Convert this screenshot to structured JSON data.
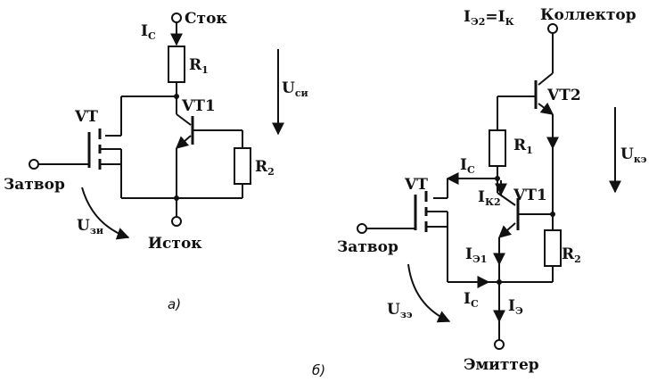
{
  "circuit_a": {
    "caption": "а)",
    "drain": "Сток",
    "source": "Исток",
    "gate": "Затвор",
    "fet": "VT",
    "bjt": "VT1",
    "r1": {
      "main": "R",
      "sub": "1"
    },
    "r2": {
      "main": "R",
      "sub": "2"
    },
    "current_ic": {
      "main": "I",
      "sub": "C"
    },
    "voltage_ucu": {
      "main": "U",
      "sub": "си"
    },
    "voltage_uzi": {
      "main": "U",
      "sub": "зи"
    }
  },
  "circuit_b": {
    "caption": "б)",
    "collector": "Коллектор",
    "emitter": "Эмиттер",
    "gate": "Затвор",
    "fet": "VT",
    "bjt1": "VT1",
    "bjt2": "VT2",
    "r1": {
      "main": "R",
      "sub": "1"
    },
    "r2": {
      "main": "R",
      "sub": "2"
    },
    "current_ie2": {
      "main": "I",
      "sub": "Э2",
      "eq": "=I",
      "sub2": "К"
    },
    "current_ic_top": {
      "main": "I",
      "sub": "C"
    },
    "current_ik2": {
      "main": "I",
      "sub": "К2"
    },
    "current_ie1": {
      "main": "I",
      "sub": "Э1"
    },
    "current_ic_bottom": {
      "main": "I",
      "sub": "C"
    },
    "current_ie": {
      "main": "I",
      "sub": "Э"
    },
    "voltage_uke": {
      "main": "U",
      "sub": "кэ"
    },
    "voltage_uze": {
      "main": "U",
      "sub": "зэ"
    }
  }
}
